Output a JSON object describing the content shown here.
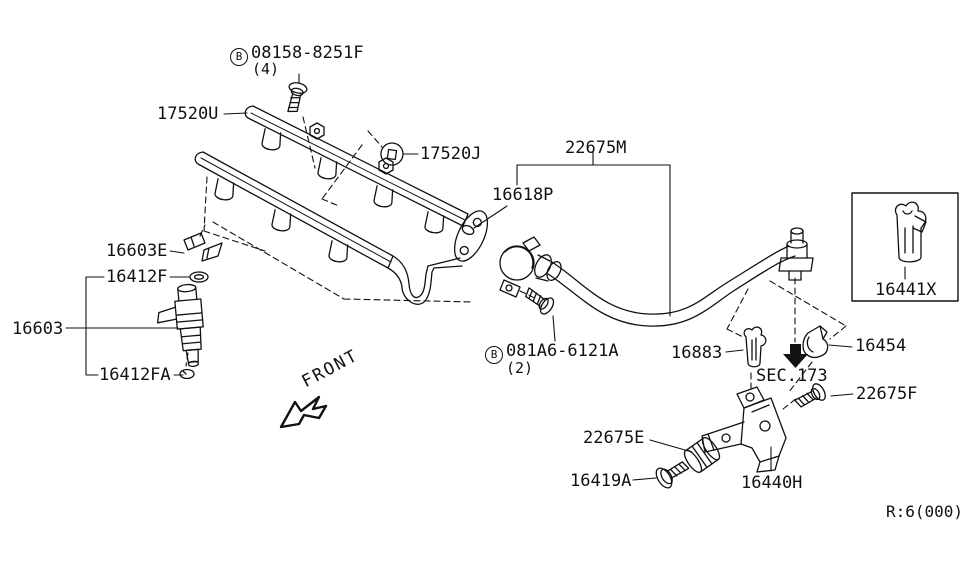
{
  "figure": {
    "footer_ref": "R:6(000)",
    "front_arrow": "FRONT",
    "section_ref": "SEC.173"
  },
  "parts": {
    "p08158": {
      "prefix": "B",
      "code": "08158-8251F",
      "qty": "(4)"
    },
    "p17520u": {
      "code": "17520U"
    },
    "p17520j": {
      "code": "17520J"
    },
    "p22675m": {
      "code": "22675M"
    },
    "p16618p": {
      "code": "16618P"
    },
    "p16603e": {
      "code": "16603E"
    },
    "p16412f": {
      "code": "16412F"
    },
    "p16603": {
      "code": "16603"
    },
    "p16412fa": {
      "code": "16412FA"
    },
    "p081a6": {
      "prefix": "B",
      "code": "081A6-6121A",
      "qty": "(2)"
    },
    "p16883": {
      "code": "16883"
    },
    "p16454": {
      "code": "16454"
    },
    "p22675f": {
      "code": "22675F"
    },
    "p22675e": {
      "code": "22675E"
    },
    "p16419a": {
      "code": "16419A"
    },
    "p16440h": {
      "code": "16440H"
    },
    "p16441x": {
      "code": "16441X"
    }
  }
}
